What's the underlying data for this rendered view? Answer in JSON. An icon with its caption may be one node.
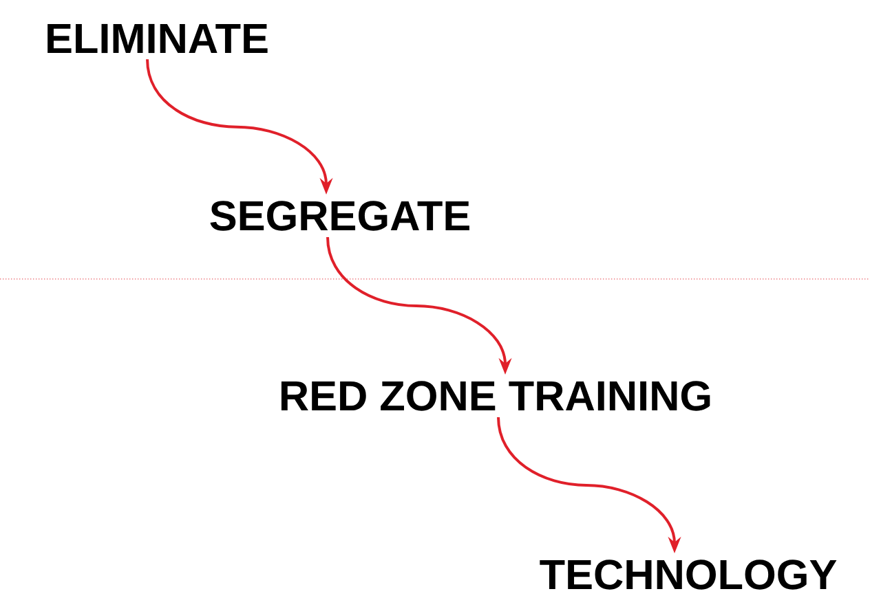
{
  "diagram": {
    "nodes": [
      {
        "text": [
          "ELIMINATE"
        ]
      },
      {
        "text": [
          "SEGREGATE"
        ]
      },
      {
        "text": [
          "RED ZONE TRAINING"
        ]
      },
      {
        "text": [
          "TECHNOLOGY"
        ]
      }
    ],
    "edges": [
      {
        "from": 0,
        "to": 1,
        "arrow": "to"
      },
      {
        "from": 1,
        "to": 2,
        "arrow": "to"
      },
      {
        "from": 2,
        "to": 3,
        "arrow": "to"
      }
    ]
  }
}
